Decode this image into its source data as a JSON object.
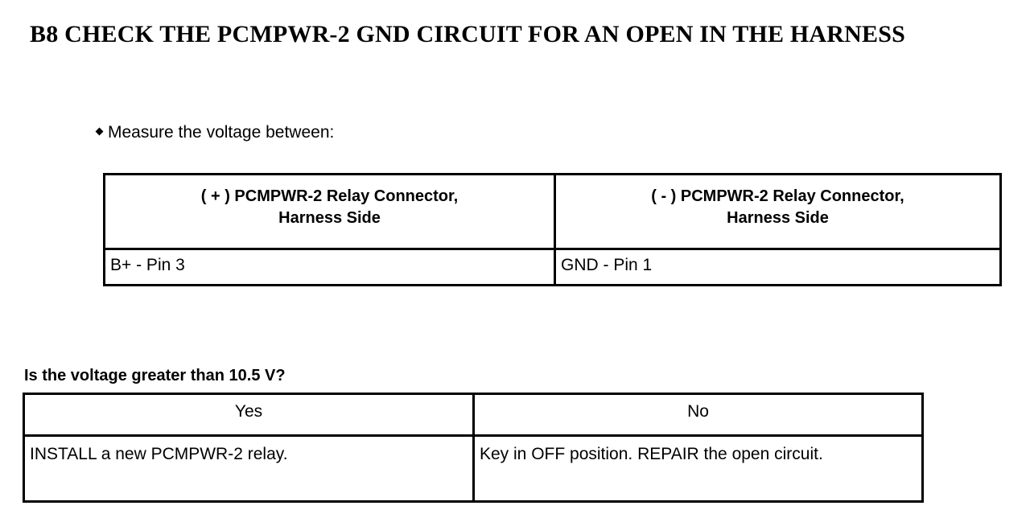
{
  "document": {
    "step_title": "B8 CHECK THE PCMPWR-2 GND CIRCUIT FOR AN OPEN IN THE HARNESS",
    "instruction_bullet": "Measure the voltage between:",
    "bullet_glyph": "diamond-bullet",
    "question": "Is the voltage greater than 10.5 V?",
    "colors": {
      "text": "#000000",
      "background": "#ffffff",
      "border": "#000000"
    }
  },
  "connector_table": {
    "headers": [
      {
        "line1": "( + ) PCMPWR-2 Relay Connector,",
        "line2": "Harness Side"
      },
      {
        "line1": "( - ) PCMPWR-2 Relay Connector,",
        "line2": "Harness Side"
      }
    ],
    "rows": [
      {
        "positive": "B+ - Pin 3",
        "negative": "GND - Pin 1"
      }
    ]
  },
  "answer_table": {
    "headers": [
      "Yes",
      "No"
    ],
    "rows": [
      {
        "yes": "INSTALL a new PCMPWR-2 relay.",
        "no": "Key in OFF position. REPAIR the open circuit."
      }
    ]
  }
}
